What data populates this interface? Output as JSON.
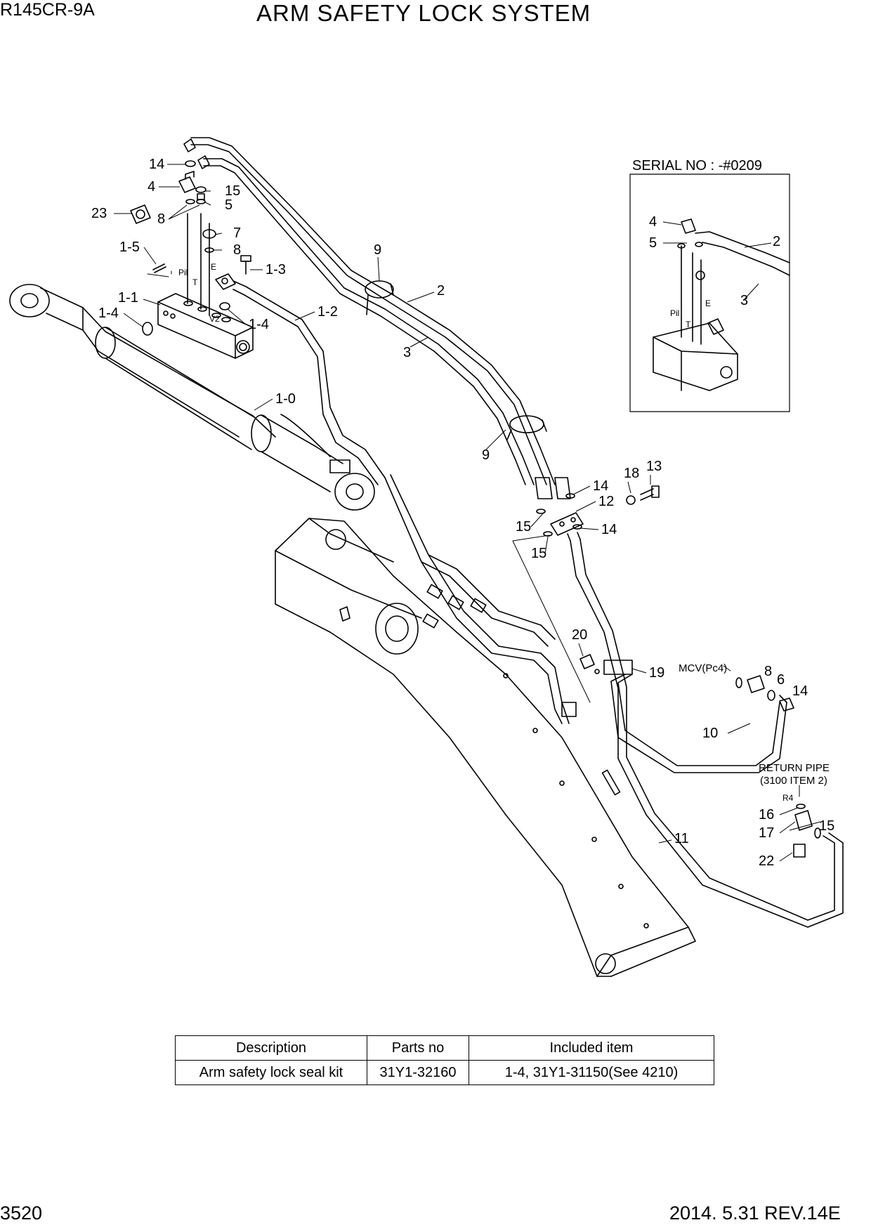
{
  "header": {
    "model": "R145CR-9A",
    "title": "ARM SAFETY LOCK SYSTEM"
  },
  "footer": {
    "page": "3520",
    "revision": "2014. 5.31  REV.14E"
  },
  "callouts": {
    "c14a": "14",
    "c4a": "4",
    "c15a": "15",
    "c23": "23",
    "c5a": "5",
    "c8a": "8",
    "c7": "7",
    "c8b": "8",
    "c1_5": "1-5",
    "c1_3": "1-3",
    "c1_1": "1-1",
    "c1_4a": "1-4",
    "c1_4b": "1-4",
    "c1_2": "1-2",
    "c9a": "9",
    "c2a": "2",
    "c3a": "3",
    "c1_0": "1-0",
    "c9b": "9",
    "c18": "18",
    "c13": "13",
    "c14b": "14",
    "c12": "12",
    "c15b": "15",
    "c14c": "14",
    "c15c": "15",
    "c20": "20",
    "c19": "19",
    "c8c": "8",
    "c6": "6",
    "c14d": "14",
    "c10": "10",
    "c16": "16",
    "c17": "17",
    "c15d": "15",
    "c22": "22",
    "c11": "11",
    "c4b": "4",
    "c5b": "5",
    "c2b": "2",
    "c3b": "3"
  },
  "port_labels": {
    "pil": "Pil",
    "t": "T",
    "e": "E",
    "v2": "V2",
    "pil_b": "Pil",
    "t_b": "T",
    "e_b": "E"
  },
  "inset": {
    "title": "SERIAL NO : -#0209"
  },
  "notes": {
    "mcv": "MCV(Pc4)",
    "return_pipe_1": "RETURN PIPE",
    "return_pipe_2": "(3100 ITEM 2)",
    "r4": "R4"
  },
  "table": {
    "headers": [
      "Description",
      "Parts no",
      "Included item"
    ],
    "rows": [
      [
        "Arm safety lock seal kit",
        "31Y1-32160",
        "1-4, 31Y1-31150(See 4210)"
      ]
    ]
  }
}
